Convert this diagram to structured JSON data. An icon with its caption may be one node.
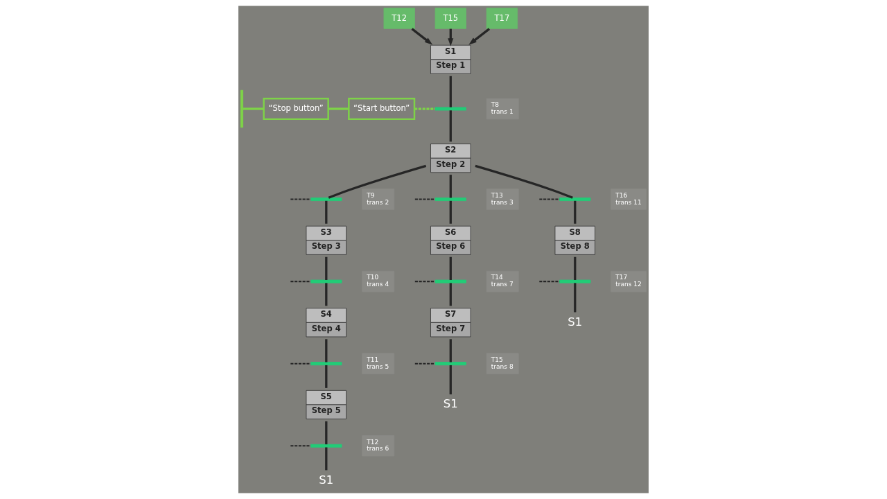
{
  "diagram": {
    "nodes": [
      {
        "text": [
          "T12"
        ]
      },
      {
        "text": [
          "T15"
        ]
      },
      {
        "text": [
          "T17"
        ]
      },
      {
        "text": [
          "S1",
          "Step 1"
        ]
      },
      {
        "text": [],
        "shape": "bar"
      },
      {
        "text": [
          "“Stop button”"
        ]
      },
      {
        "text": [
          "“Start button”"
        ]
      },
      {
        "text": [],
        "shape": "bar",
        "beside": [
          "T8",
          "trans 1"
        ]
      },
      {
        "text": [
          "S2",
          "Step 2"
        ]
      },
      {
        "text": [],
        "shape": "bar",
        "beside": [
          "T9",
          "trans 2"
        ]
      },
      {
        "text": [],
        "shape": "bar",
        "beside": [
          "T13",
          "trans 3"
        ]
      },
      {
        "text": [],
        "shape": "bar",
        "beside": [
          "T16",
          "trans 11"
        ]
      },
      {
        "text": [
          "S3",
          "Step 3"
        ]
      },
      {
        "text": [
          "S6",
          "Step 6"
        ]
      },
      {
        "text": [
          "S8",
          "Step 8"
        ]
      },
      {
        "text": [],
        "shape": "bar",
        "beside": [
          "T10",
          "trans 4"
        ]
      },
      {
        "text": [],
        "shape": "bar",
        "beside": [
          "T14",
          "trans 7"
        ]
      },
      {
        "text": [],
        "shape": "bar",
        "beside": [
          "T17",
          "trans 12"
        ]
      },
      {
        "text": [
          "S4",
          "Step 4"
        ]
      },
      {
        "text": [
          "S7",
          "Step 7"
        ]
      },
      {
        "text": [],
        "shape": "bar",
        "beside": [
          "T11",
          "trans 5"
        ]
      },
      {
        "text": [],
        "shape": "bar",
        "beside": [
          "T15",
          "trans 8"
        ]
      },
      {
        "text": [
          "S1"
        ]
      },
      {
        "text": [
          "S5",
          "Step 5"
        ]
      },
      {
        "text": [
          "S1"
        ]
      },
      {
        "text": [],
        "shape": "bar",
        "beside": [
          "T12",
          "trans 6"
        ]
      },
      {
        "text": [
          "S1"
        ]
      }
    ],
    "edges": [
      {
        "from": 0,
        "to": 3,
        "arrow": "to"
      },
      {
        "from": 1,
        "to": 3,
        "arrow": "to"
      },
      {
        "from": 2,
        "to": 3,
        "arrow": "to"
      },
      {
        "from": 4,
        "to": 5,
        "arrow": "none",
        "color": "#7ed348"
      },
      {
        "from": 5,
        "to": 6,
        "arrow": "none",
        "color": "#7ed348"
      },
      {
        "from": 6,
        "to": 7,
        "arrow": "none",
        "style": "dashed",
        "color": "#7ed348"
      },
      {
        "from": 3,
        "to": 7,
        "arrow": "none"
      },
      {
        "from": 7,
        "to": 8,
        "arrow": "none"
      },
      {
        "from": 8,
        "to": 9,
        "arrow": "none"
      },
      {
        "from": 8,
        "to": 10,
        "arrow": "none"
      },
      {
        "from": 8,
        "to": 11,
        "arrow": "none"
      },
      {
        "from": null,
        "to": 9,
        "arrow": "none",
        "style": "dashed"
      },
      {
        "from": null,
        "to": 10,
        "arrow": "none",
        "style": "dashed"
      },
      {
        "from": null,
        "to": 11,
        "arrow": "none",
        "style": "dashed"
      },
      {
        "from": 9,
        "to": 12,
        "arrow": "none"
      },
      {
        "from": 10,
        "to": 13,
        "arrow": "none"
      },
      {
        "from": 11,
        "to": 14,
        "arrow": "none"
      },
      {
        "from": 12,
        "to": 15,
        "arrow": "none"
      },
      {
        "from": 13,
        "to": 16,
        "arrow": "none"
      },
      {
        "from": 14,
        "to": 17,
        "arrow": "none"
      },
      {
        "from": null,
        "to": 15,
        "arrow": "none",
        "style": "dashed"
      },
      {
        "from": null,
        "to": 16,
        "arrow": "none",
        "style": "dashed"
      },
      {
        "from": null,
        "to": 17,
        "arrow": "none",
        "style": "dashed"
      },
      {
        "from": 15,
        "to": 18,
        "arrow": "none"
      },
      {
        "from": 16,
        "to": 19,
        "arrow": "none"
      },
      {
        "from": 17,
        "to": 22,
        "arrow": "none"
      },
      {
        "from": 18,
        "to": 20,
        "arrow": "none"
      },
      {
        "from": 19,
        "to": 21,
        "arrow": "none"
      },
      {
        "from": null,
        "to": 20,
        "arrow": "none",
        "style": "dashed"
      },
      {
        "from": null,
        "to": 21,
        "arrow": "none",
        "style": "dashed"
      },
      {
        "from": 20,
        "to": 23,
        "arrow": "none"
      },
      {
        "from": 21,
        "to": 24,
        "arrow": "none"
      },
      {
        "from": 23,
        "to": 25,
        "arrow": "none"
      },
      {
        "from": null,
        "to": 25,
        "arrow": "none",
        "style": "dashed"
      },
      {
        "from": 25,
        "to": 26,
        "arrow": "none"
      }
    ]
  }
}
